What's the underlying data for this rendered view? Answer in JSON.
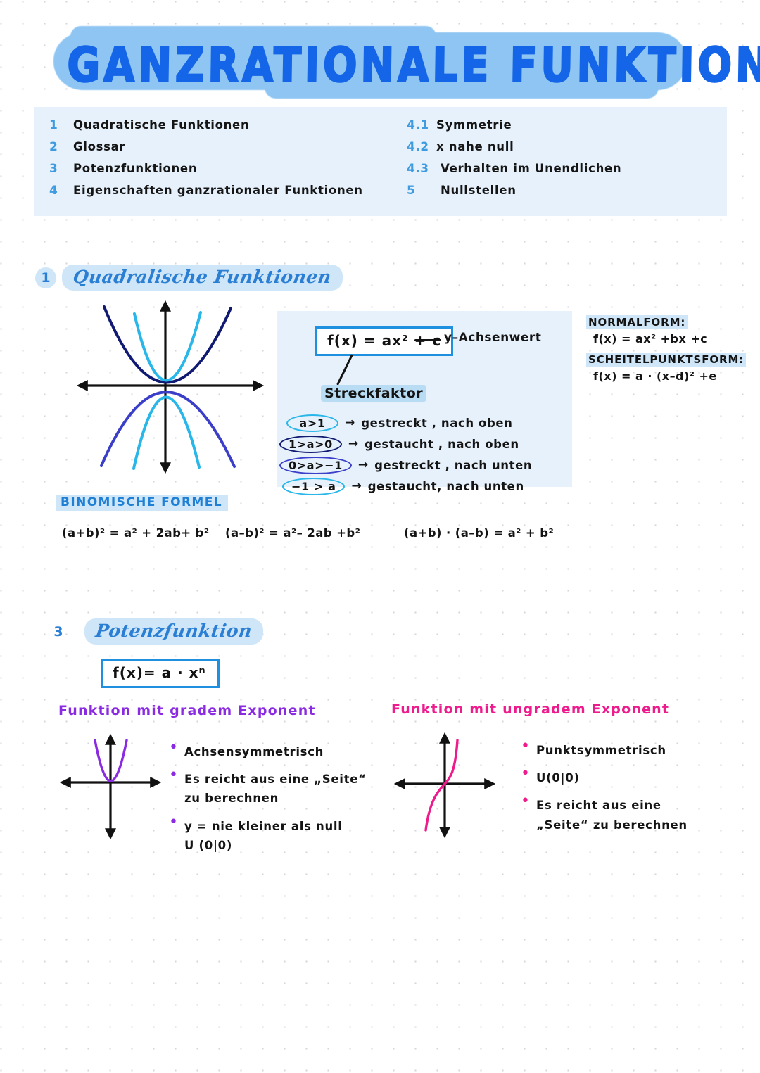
{
  "title": "GANZRATIONALE FUNKTION",
  "toc": {
    "left": [
      {
        "num": "1",
        "label": "Quadratische  Funktionen"
      },
      {
        "num": "2",
        "label": "Glossar"
      },
      {
        "num": "3",
        "label": "Potenzfunktionen"
      },
      {
        "num": "4",
        "label": "Eigenschaften   ganzrationaler  Funktionen"
      }
    ],
    "right": [
      {
        "num": "4.1",
        "label": "Symmetrie"
      },
      {
        "num": "4.2",
        "label": "x nahe null"
      },
      {
        "num": "4.3",
        "label": "Verhalten  im  Unendlichen"
      },
      {
        "num": "5",
        "label": "Nullstellen"
      }
    ]
  },
  "section1": {
    "num": "1",
    "title": "Quadralische  Funktionen",
    "formula": "f(x) =  ax² + c",
    "y_label": "y–Achsenwert",
    "streckfaktor": "Streckfaktor",
    "rules": [
      {
        "cond": "a>1",
        "arrow": "→",
        "text": "gestreckt , nach oben",
        "color": "#29b6e8"
      },
      {
        "cond": "1>a>0",
        "arrow": "→",
        "text": "gestaucht , nach oben",
        "color": "#101a72"
      },
      {
        "cond": "0>a>−1",
        "arrow": "→",
        "text": "gestreckt , nach unten",
        "color": "#3a3ec9"
      },
      {
        "cond": "−1 > a",
        "arrow": "→",
        "text": "gestaucht, nach  unten",
        "color": "#29b6e8"
      }
    ],
    "normalform_label": "NORMALFORM:",
    "normalform": "f(x) =  ax² +bx +c",
    "scheitel_label": "SCHEITELPUNKTSFORM:",
    "scheitel": "f(x) =  a · (x–d)² +e"
  },
  "binom": {
    "label": "BINOMISCHE  FORMEL",
    "formulas": [
      "(a+b)²  =  a² + 2ab+ b²",
      "(a–b)²  =  a²– 2ab +b²",
      "(a+b) · (a–b) =  a² + b²"
    ]
  },
  "section3": {
    "num": "3",
    "title": "Potenzfunktion",
    "formula": "f(x)=  a · xⁿ"
  },
  "exponents": {
    "even": {
      "heading": "Funktion  mit   gradem  Exponent",
      "color": "#8a2be2",
      "bullets": [
        "Achsensymmetrisch",
        "Es reicht aus eine „Seite“\nzu  berechnen",
        "y = nie  kleiner als null\nU (0|0)"
      ]
    },
    "odd": {
      "heading": "Funktion  mit ungradem Exponent",
      "color": "#ee1b8d",
      "bullets": [
        "Punktsymmetrisch",
        "U(0|0)",
        "Es reicht  aus  eine\n„Seite“  zu  berechnen"
      ]
    }
  },
  "graph_colors": {
    "navy": "#101a72",
    "cyan": "#29b6e8",
    "indigo": "#3a3ec9",
    "axis": "#111111",
    "purple": "#8a2be2",
    "pink": "#ee1b8d"
  }
}
